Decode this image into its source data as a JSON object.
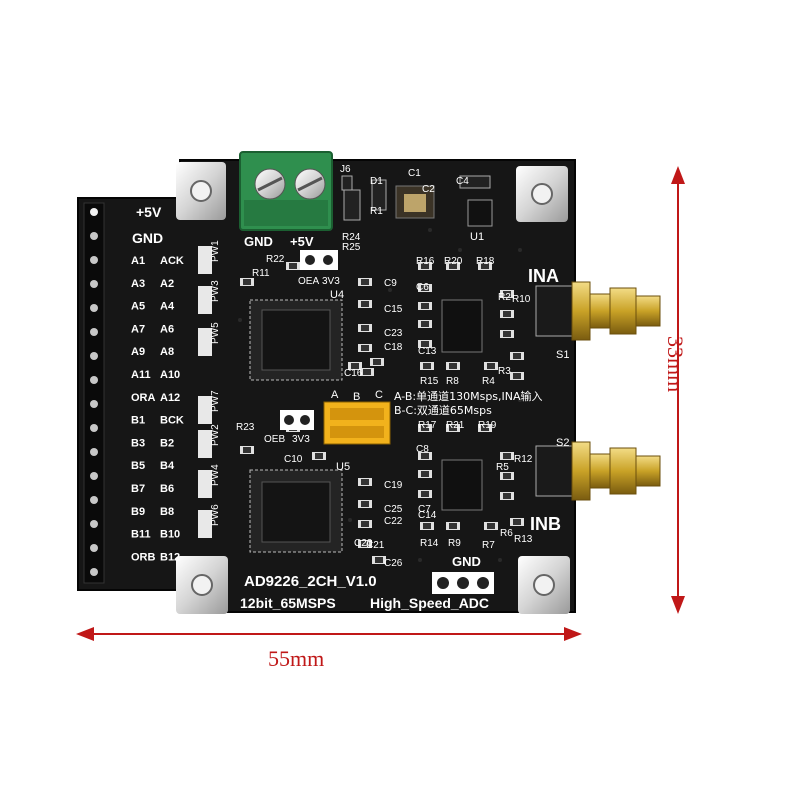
{
  "board": {
    "model": "AD9226_2CH_V1.0",
    "spec": "12bit_65MSPS",
    "type": "High_Speed_ADC",
    "power_labels": [
      "GND",
      "+5V"
    ],
    "header_top_labels": [
      "+5V",
      "GND"
    ],
    "header_rows": [
      [
        "A1",
        "ACK"
      ],
      [
        "A3",
        "A2"
      ],
      [
        "A5",
        "A4"
      ],
      [
        "A7",
        "A6"
      ],
      [
        "A9",
        "A8"
      ],
      [
        "A11",
        "A10"
      ],
      [
        "ORA",
        "A12"
      ],
      [
        "B1",
        "BCK"
      ],
      [
        "B3",
        "B2"
      ],
      [
        "B5",
        "B4"
      ],
      [
        "B7",
        "B6"
      ],
      [
        "B9",
        "B8"
      ],
      [
        "B11",
        "B10"
      ],
      [
        "ORB",
        "B12"
      ]
    ],
    "inputs": {
      "a": "INA",
      "b": "INB"
    },
    "connectors": {
      "s1": "S1",
      "s2": "S2"
    },
    "chips": {
      "u1": "U1",
      "u4": "U4",
      "u5": "U5"
    },
    "jumper_letters": [
      "A",
      "B",
      "C"
    ],
    "mode_note_1": "A-B:单通道130Msps,INA输入",
    "mode_note_2": "B-C:双通道65Msps",
    "pw_labels": [
      "PW1",
      "PW3",
      "PW5",
      "PW7",
      "PW2",
      "PW4",
      "PW6"
    ],
    "oe_labels": [
      "OEA",
      "3V3",
      "OEB",
      "3V3"
    ],
    "gnd_bottom": "GND",
    "component_labels": [
      "R24",
      "R25",
      "R22",
      "R11",
      "R23",
      "C9",
      "C15",
      "C23",
      "C18",
      "C16",
      "C10",
      "C19",
      "C25",
      "C22",
      "C20",
      "C21",
      "C26",
      "R16",
      "R20",
      "R18",
      "R10",
      "R2",
      "R15",
      "R8",
      "R4",
      "R3",
      "R17",
      "R21",
      "R19",
      "R5",
      "R12",
      "R14",
      "R9",
      "R7",
      "R6",
      "R13",
      "C1",
      "C2",
      "C4",
      "R1",
      "D1",
      "J6",
      "C6",
      "C13",
      "C8",
      "C14",
      "C7"
    ]
  },
  "dimensions": {
    "width": "55mm",
    "height": "33mm"
  },
  "colors": {
    "pcb": "#161616",
    "silk": "#ffffff",
    "dimension": "#c01818",
    "gold": "#c9a227",
    "terminal": "#2f8f4e",
    "jumper": "#f2b21c"
  }
}
